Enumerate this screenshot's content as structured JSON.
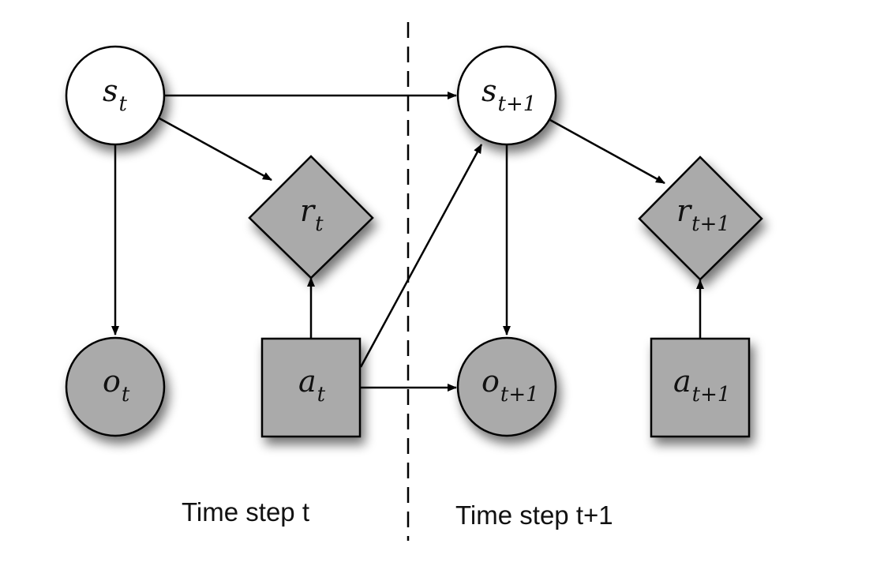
{
  "nodes": {
    "s_t": {
      "base": "s",
      "sub": "t"
    },
    "r_t": {
      "base": "r",
      "sub": "t"
    },
    "o_t": {
      "base": "o",
      "sub": "t"
    },
    "a_t": {
      "base": "a",
      "sub": "t"
    },
    "s_t1": {
      "base": "s",
      "sub": "t+1"
    },
    "r_t1": {
      "base": "r",
      "sub": "t+1"
    },
    "o_t1": {
      "base": "o",
      "sub": "t+1"
    },
    "a_t1": {
      "base": "a",
      "sub": "t+1"
    }
  },
  "captions": {
    "left": "Time step t",
    "right": "Time step t+1"
  },
  "colors": {
    "observed_fill": "#aaaaaa",
    "hidden_fill": "#ffffff",
    "stroke": "#000000"
  }
}
